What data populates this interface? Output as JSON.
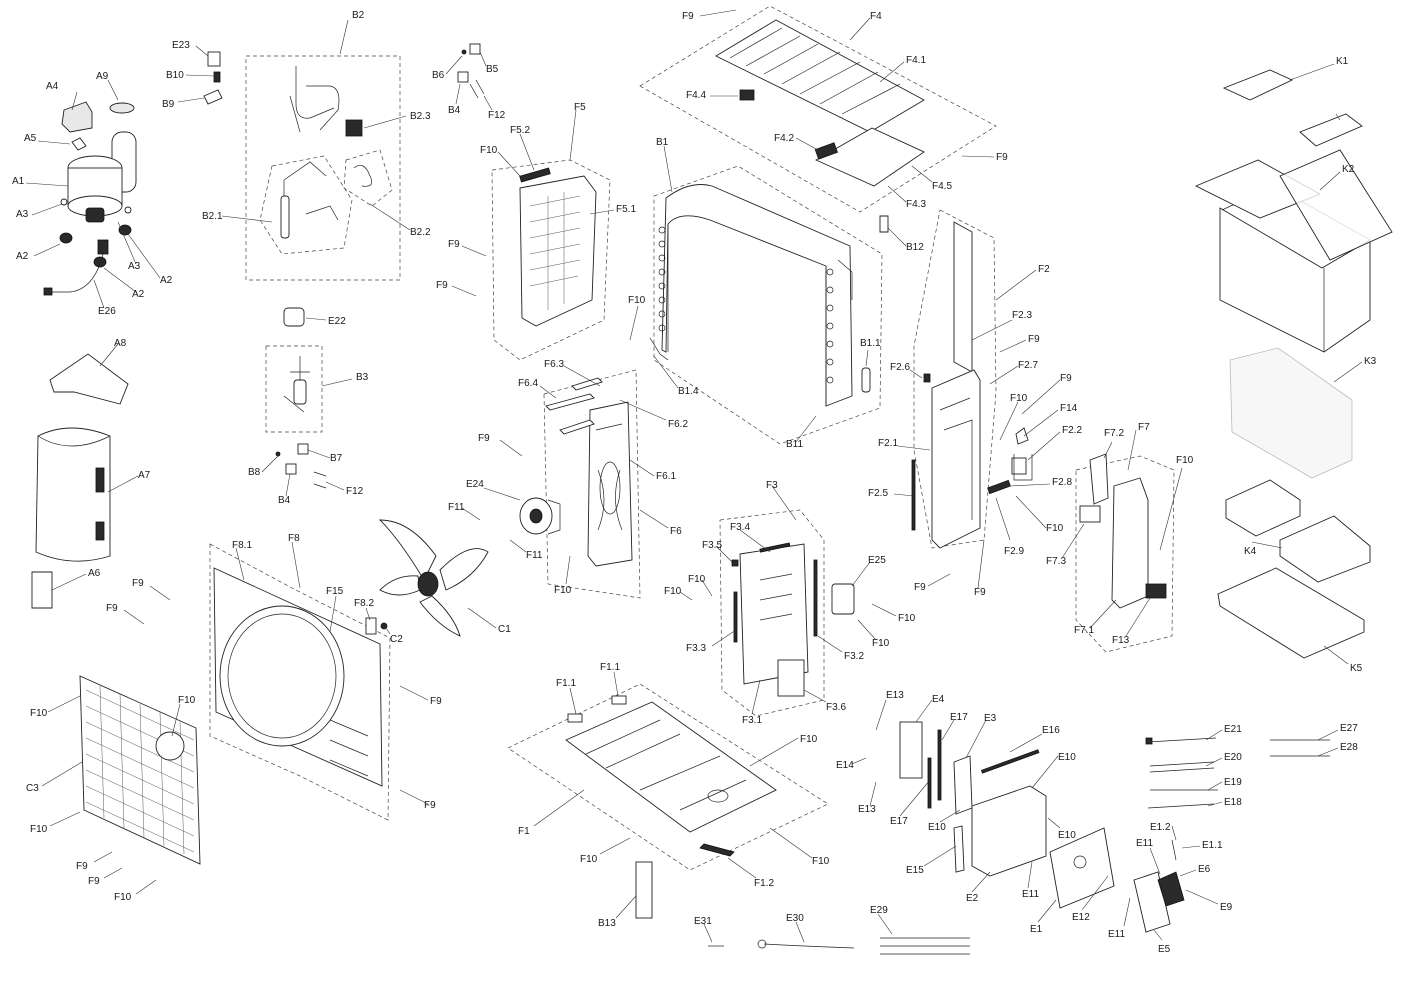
{
  "diagram": {
    "labels": {
      "A1": "A1",
      "A2": "A2",
      "A3": "A3",
      "A4": "A4",
      "A5": "A5",
      "A6": "A6",
      "A7": "A7",
      "A8": "A8",
      "A9": "A9",
      "B1": "B1",
      "B1.1": "B1.1",
      "B1.4": "B1.4",
      "B2": "B2",
      "B2.1": "B2.1",
      "B2.2": "B2.2",
      "B2.3": "B2.3",
      "B3": "B3",
      "B4": "B4",
      "B5": "B5",
      "B6": "B6",
      "B7": "B7",
      "B8": "B8",
      "B9": "B9",
      "B10": "B10",
      "B11": "B11",
      "B12": "B12",
      "B13": "B13",
      "C1": "C1",
      "C2": "C2",
      "C3": "C3",
      "E1": "E1",
      "E1.1": "E1.1",
      "E1.2": "E1.2",
      "E2": "E2",
      "E3": "E3",
      "E4": "E4",
      "E5": "E5",
      "E6": "E6",
      "E9": "E9",
      "E10": "E10",
      "E11": "E11",
      "E12": "E12",
      "E13": "E13",
      "E14": "E14",
      "E15": "E15",
      "E16": "E16",
      "E17": "E17",
      "E18": "E18",
      "E19": "E19",
      "E20": "E20",
      "E21": "E21",
      "E22": "E22",
      "E23": "E23",
      "E24": "E24",
      "E25": "E25",
      "E26": "E26",
      "E27": "E27",
      "E28": "E28",
      "E29": "E29",
      "E30": "E30",
      "E31": "E31",
      "F1": "F1",
      "F1.1": "F1.1",
      "F1.2": "F1.2",
      "F2": "F2",
      "F2.1": "F2.1",
      "F2.2": "F2.2",
      "F2.3": "F2.3",
      "F2.5": "F2.5",
      "F2.6": "F2.6",
      "F2.7": "F2.7",
      "F2.8": "F2.8",
      "F2.9": "F2.9",
      "F3": "F3",
      "F3.1": "F3.1",
      "F3.2": "F3.2",
      "F3.3": "F3.3",
      "F3.4": "F3.4",
      "F3.5": "F3.5",
      "F3.6": "F3.6",
      "F4": "F4",
      "F4.1": "F4.1",
      "F4.2": "F4.2",
      "F4.3": "F4.3",
      "F4.4": "F4.4",
      "F4.5": "F4.5",
      "F5": "F5",
      "F5.1": "F5.1",
      "F5.2": "F5.2",
      "F6": "F6",
      "F6.1": "F6.1",
      "F6.2": "F6.2",
      "F6.3": "F6.3",
      "F6.4": "F6.4",
      "F7": "F7",
      "F7.1": "F7.1",
      "F7.2": "F7.2",
      "F7.3": "F7.3",
      "F8": "F8",
      "F8.1": "F8.1",
      "F8.2": "F8.2",
      "F9": "F9",
      "F10": "F10",
      "F11": "F11",
      "F12": "F12",
      "F13": "F13",
      "F14": "F14",
      "F15": "F15",
      "K1": "K1",
      "K2": "K2",
      "K3": "K3",
      "K4": "K4",
      "K5": "K5"
    }
  }
}
